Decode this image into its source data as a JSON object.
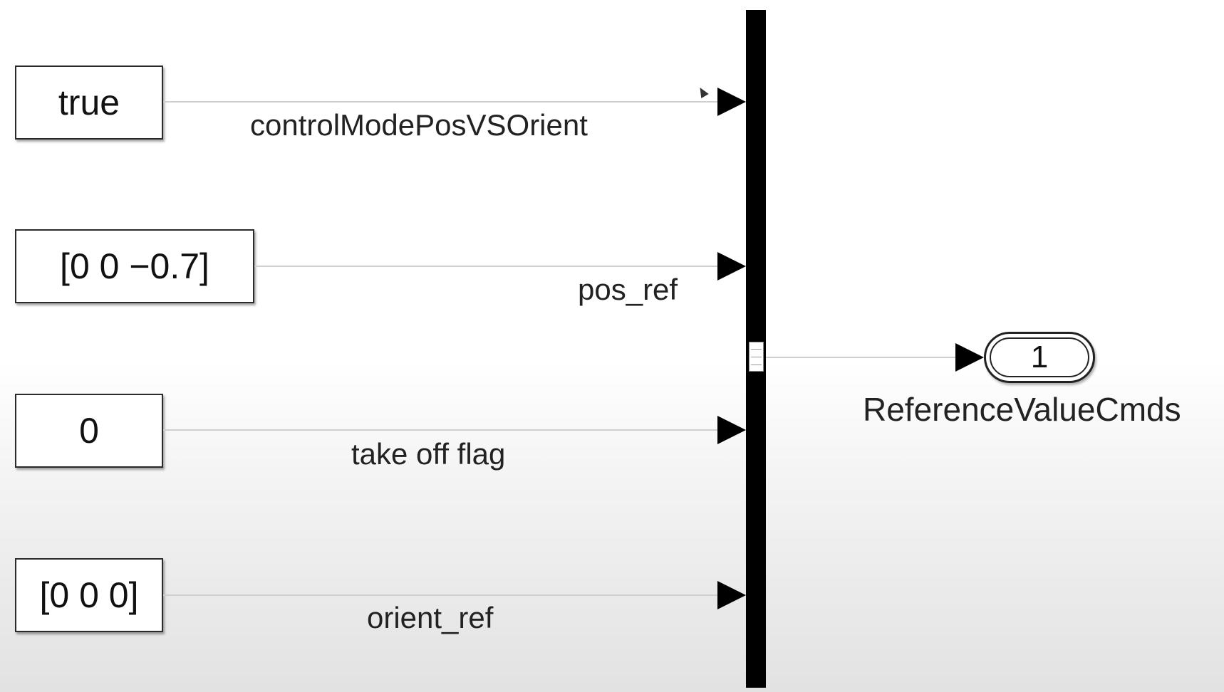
{
  "constants": [
    {
      "value": "true",
      "signal": "controlModePosVSOrient"
    },
    {
      "value": "[0 0 −0.7]",
      "signal": "pos_ref"
    },
    {
      "value": "0",
      "signal": "take off flag"
    },
    {
      "value": "[0 0 0]",
      "signal": "orient_ref"
    }
  ],
  "outport": {
    "number": "1",
    "name": "ReferenceValueCmds"
  },
  "colors": {
    "bus_bar": "#000000",
    "signal_line": "#cfcfcf",
    "block_border": "#2b2b2b"
  },
  "icons": {
    "cursor": "mouse-pointer-icon"
  }
}
